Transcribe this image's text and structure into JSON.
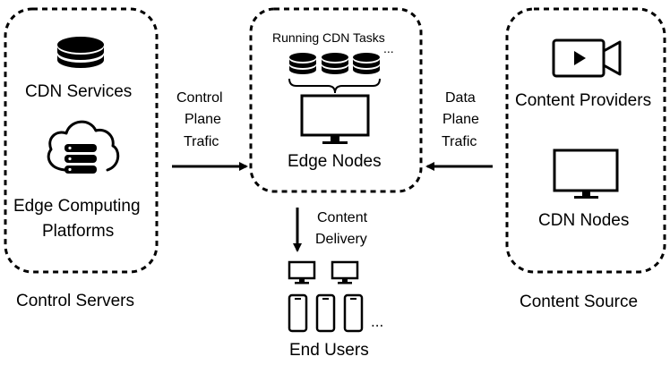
{
  "left_box": {
    "cdn_services": "CDN Services",
    "edge_line1": "Edge Computing",
    "edge_line2": "Platforms",
    "caption": "Control Servers"
  },
  "center_box": {
    "tasks_label": "Running CDN Tasks",
    "tasks_ellipsis": "...",
    "caption": "Edge Nodes"
  },
  "right_box": {
    "content_providers": "Content Providers",
    "cdn_nodes": "CDN Nodes",
    "caption": "Content Source"
  },
  "control_traffic": {
    "line1": "Control",
    "line2": "Plane",
    "line3": "Trafic"
  },
  "data_traffic": {
    "line1": "Data",
    "line2": "Plane",
    "line3": "Trafic"
  },
  "content_delivery": {
    "line1": "Content",
    "line2": "Delivery"
  },
  "end_users": {
    "label": "End Users",
    "ellipsis": "..."
  }
}
